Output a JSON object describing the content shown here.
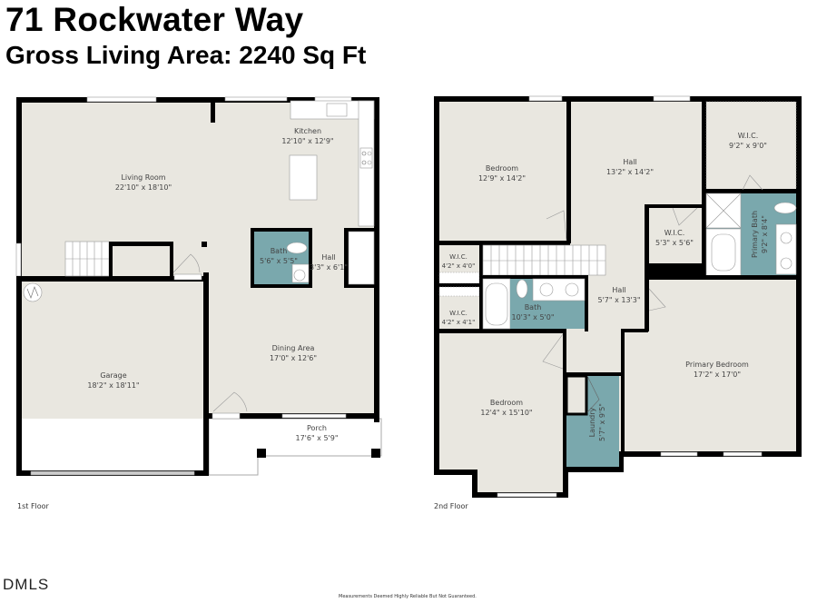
{
  "header": {
    "address": "71 Rockwater Way",
    "gross_living_area": "Gross Living Area: 2240 Sq Ft"
  },
  "colors": {
    "floor_fill": "#e9e7e0",
    "wet_room_fill": "#7aa8ad",
    "wall": "#000000",
    "fixture": "#ffffff"
  },
  "floors": [
    {
      "label": "1st Floor",
      "rooms": [
        {
          "name": "Living Room",
          "size": "22'10\" x 18'10\""
        },
        {
          "name": "Kitchen",
          "size": "12'10\" x 12'9\""
        },
        {
          "name": "Bath",
          "size": "5'6\" x 5'5\""
        },
        {
          "name": "Hall",
          "size": "3'3\" x 6'1\""
        },
        {
          "name": "Dining Area",
          "size": "17'0\" x 12'6\""
        },
        {
          "name": "Garage",
          "size": "18'2\" x 18'11\""
        },
        {
          "name": "Porch",
          "size": "17'6\" x 5'9\""
        }
      ]
    },
    {
      "label": "2nd Floor",
      "rooms": [
        {
          "name": "Bedroom",
          "size": "12'9\" x 14'2\""
        },
        {
          "name": "Hall",
          "size": "13'2\" x 14'2\""
        },
        {
          "name": "W.I.C.",
          "size": "9'2\" x 9'0\""
        },
        {
          "name": "W.I.C.",
          "size": "5'3\" x 5'6\""
        },
        {
          "name": "Primary Bath",
          "size": "9'2\" x 8'4\""
        },
        {
          "name": "W.I.C.",
          "size": "4'2\" x 4'0\""
        },
        {
          "name": "W.I.C.",
          "size": "4'2\" x 4'1\""
        },
        {
          "name": "Bath",
          "size": "10'3\" x 5'0\""
        },
        {
          "name": "Hall",
          "size": "5'7\" x 13'3\""
        },
        {
          "name": "Primary Bedroom",
          "size": "17'2\" x 17'0\""
        },
        {
          "name": "Bedroom",
          "size": "12'4\" x 15'10\""
        },
        {
          "name": "Laundry",
          "size": "5'7\" x 9'5\""
        }
      ]
    }
  ],
  "footer": {
    "logo": "DMLS",
    "disclaimer": "Measurements Deemed Highly Reliable But Not Guaranteed."
  }
}
